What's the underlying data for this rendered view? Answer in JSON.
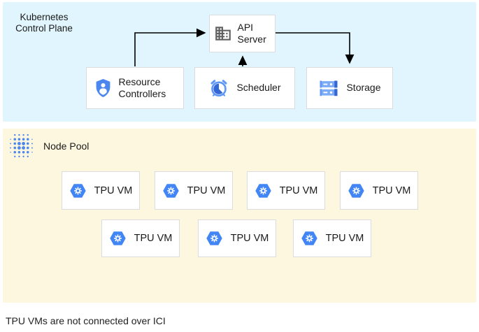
{
  "diagram": {
    "control_plane": {
      "label": "Kubernetes Control Plane",
      "bg_color": "#E1F5FE"
    },
    "nodes": {
      "api_server": {
        "label": "API Server",
        "icon": "building-icon"
      },
      "resource_controllers": {
        "label": "Resource Controllers",
        "icon": "shield-user-icon"
      },
      "scheduler": {
        "label": "Scheduler",
        "icon": "alarm-clock-icon"
      },
      "storage": {
        "label": "Storage",
        "icon": "server-stack-icon"
      }
    },
    "connections": [
      {
        "from": "resource_controllers",
        "to": "api_server"
      },
      {
        "from": "scheduler",
        "to": "api_server"
      },
      {
        "from": "api_server",
        "to": "storage"
      }
    ],
    "node_pool": {
      "label": "Node Pool",
      "bg_color": "#FEF7E0",
      "icon": "dot-grid-icon",
      "tpu_vm_label": "TPU VM",
      "tpu_vm_count": 7,
      "tpu_vm_icon": "gke-hexagon-gear-icon"
    },
    "caption": "TPU VMs are not connected over ICI",
    "colors": {
      "icon_blue": "#4285F4",
      "icon_blue_medium": "#5E97F6",
      "icon_blue_light": "#7BAAF7",
      "icon_blue_dark": "#3367D6",
      "icon_gray": "#616161",
      "box_border": "#DADCE0",
      "arrow": "#000000",
      "text": "#212121"
    }
  }
}
